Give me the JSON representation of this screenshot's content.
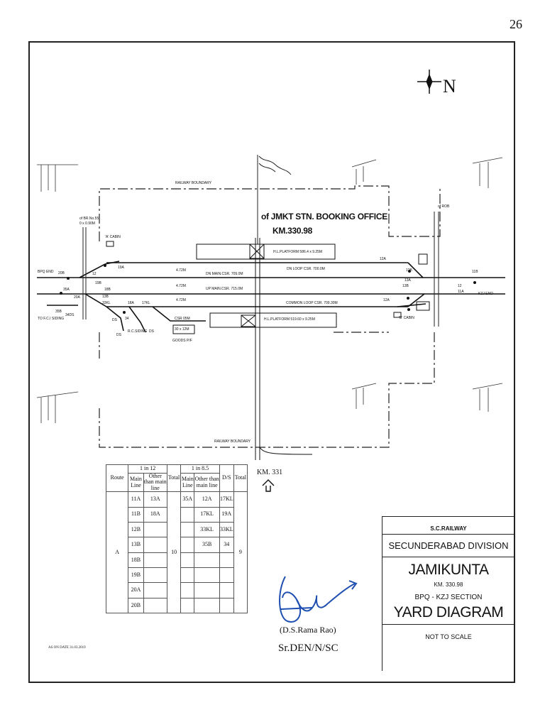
{
  "page_number": "26",
  "title_block": {
    "railway": "S.C.RAILWAY",
    "division": "SECUNDERABAD DIVISION",
    "station": "JAMIKUNTA",
    "km": "KM. 330.98",
    "section": "BPQ - KZJ SECTION",
    "drawing": "YARD DIAGRAM",
    "scale": "NOT TO SCALE"
  },
  "diagram": {
    "office_line1": "of JMKT STN. BOOKING OFFICE",
    "office_line2": "KM.330.98",
    "railway_boundary_top": "RAILWAY BOUNDARY",
    "railway_boundary_bottom": "RAILWAY BOUNDARY",
    "bpq_end": "BPQ END",
    "kzj_end": "KZJ END",
    "fci_siding": "TO F.C.I SIDING",
    "a_cabin": "'A' CABIN",
    "b_cabin": "'B' CABIN",
    "rob": "of ROB",
    "bridge_line1": "of BR.No.55",
    "bridge_line2": "0 x 0.90M",
    "platform_up": "H.L.PLATFORM 586.4 x 9.25M",
    "platform_dn": "H.L.PLATFORM 519.60 x 9.25M",
    "dn_loop": "DN LOOP CSR. 700.0M",
    "dn_main": "DN MAIN.CSR. 709.0M",
    "up_main": "UP MAIN.CSR. 715.0M",
    "common_loop": "COMMON LOOP CSR. 709.30M",
    "track_spacings": [
      "4.72M",
      "4.72M",
      "4.72M"
    ],
    "goods_pf": "GOODS P/F",
    "goods_size": "30 x 12M",
    "csr_len": "CSR 05M",
    "rc_siding": "R.C.SIDING",
    "km_marker": "KM. 331",
    "point_labels": [
      "20B",
      "12",
      "35A",
      "20A",
      "35B",
      "34DS",
      "19B",
      "18B",
      "13B",
      "33KL",
      "18A",
      "17KL",
      "19A",
      "12A",
      "13A",
      "12B",
      "13B",
      "11B",
      "11A",
      "12",
      "12A",
      "DS",
      "DS",
      "DS",
      "34"
    ]
  },
  "route_table": {
    "group1": "1 in 12",
    "group2": "1 in 8.5",
    "col_route": "Route",
    "col_main1": "Main Line",
    "col_other1": "Other than main line",
    "col_total1": "Total",
    "col_main2": "Main Line",
    "col_other2": "Other than main line",
    "col_ds": "D/S",
    "col_total2": "Total",
    "route": "A",
    "total1": "10",
    "total2": "9",
    "main1": [
      "11A",
      "11B",
      "12B",
      "13B",
      "18B",
      "19B",
      "20A",
      "20B"
    ],
    "other1": [
      "13A",
      "18A",
      "",
      "",
      "",
      "",
      "",
      ""
    ],
    "main2": [
      "35A",
      "",
      "",
      "",
      "",
      "",
      "",
      ""
    ],
    "other2": [
      "12A",
      "17KL",
      "33KL",
      "35B",
      "",
      "",
      "",
      ""
    ],
    "ds": [
      "17KL",
      "19A",
      "33KL",
      "34",
      "",
      "",
      "",
      ""
    ]
  },
  "signature": {
    "name": "(D.S.Rama Rao)",
    "designation": "Sr.DEN/N/SC"
  },
  "as_on": "AS ON DATE 31.03.2019"
}
